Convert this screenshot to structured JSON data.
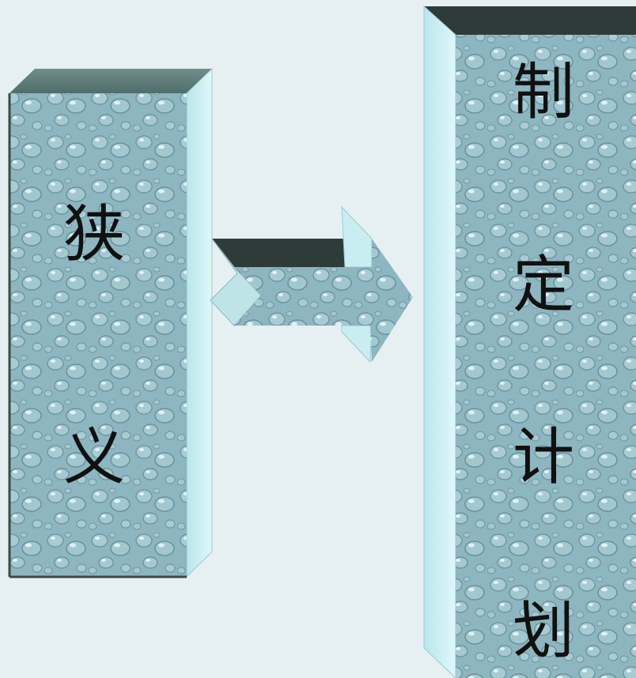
{
  "colors": {
    "background": "#e6f0f2",
    "block_face": "#8fb8c2",
    "block_top": "#5f7f7c",
    "block_side": "#c8f0f4",
    "block_edge": "#3a4a48",
    "arrow_top": "#2e3b38",
    "text": "#111111"
  },
  "left_block": {
    "chars": [
      "狭",
      "义"
    ]
  },
  "right_block": {
    "chars": [
      "制",
      "定",
      "计",
      "划"
    ]
  },
  "arrow": {
    "direction": "right"
  }
}
